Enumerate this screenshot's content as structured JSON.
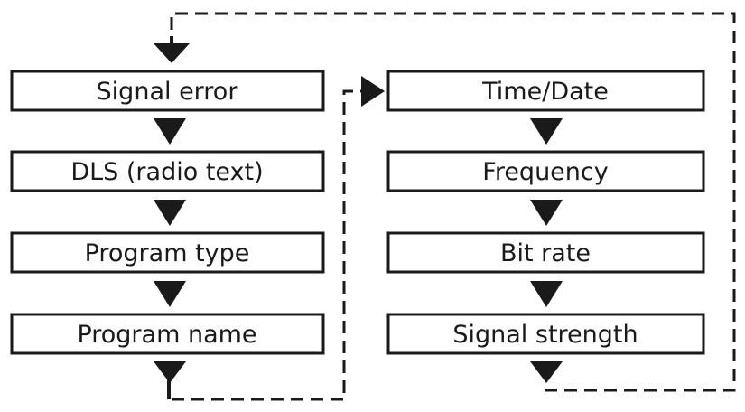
{
  "left_column": [
    {
      "label": "Signal error"
    },
    {
      "label": "DLS (radio text)"
    },
    {
      "label": "Program type"
    },
    {
      "label": "Program name"
    }
  ],
  "right_column": [
    {
      "label": "Time/Date"
    },
    {
      "label": "Frequency"
    },
    {
      "label": "Bit rate"
    },
    {
      "label": "Signal strength"
    }
  ],
  "colors": {
    "stroke": "#1a1a1a",
    "text": "#1a1a1a",
    "background": "#ffffff"
  }
}
